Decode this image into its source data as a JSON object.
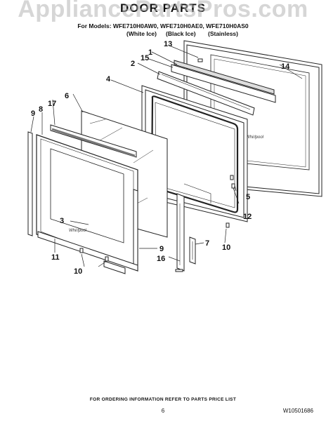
{
  "watermark": "AppliancePartsPros.com",
  "title": "DOOR PARTS",
  "models_line": "For Models: WFE710H0AW0, WFE710H0AE0, WFE710H0AS0",
  "variants": [
    "(White Ice)",
    "(Black Ice)",
    "(Stainless)"
  ],
  "callouts": [
    "1",
    "2",
    "3",
    "4",
    "5",
    "6",
    "7",
    "8",
    "9",
    "9",
    "10",
    "10",
    "11",
    "12",
    "13",
    "14",
    "15",
    "16",
    "17"
  ],
  "badge_text": "Whirlpool",
  "footer": "FOR ORDERING INFORMATION REFER TO PARTS PRICE LIST",
  "page_number": "6",
  "doc_number": "W10501686"
}
